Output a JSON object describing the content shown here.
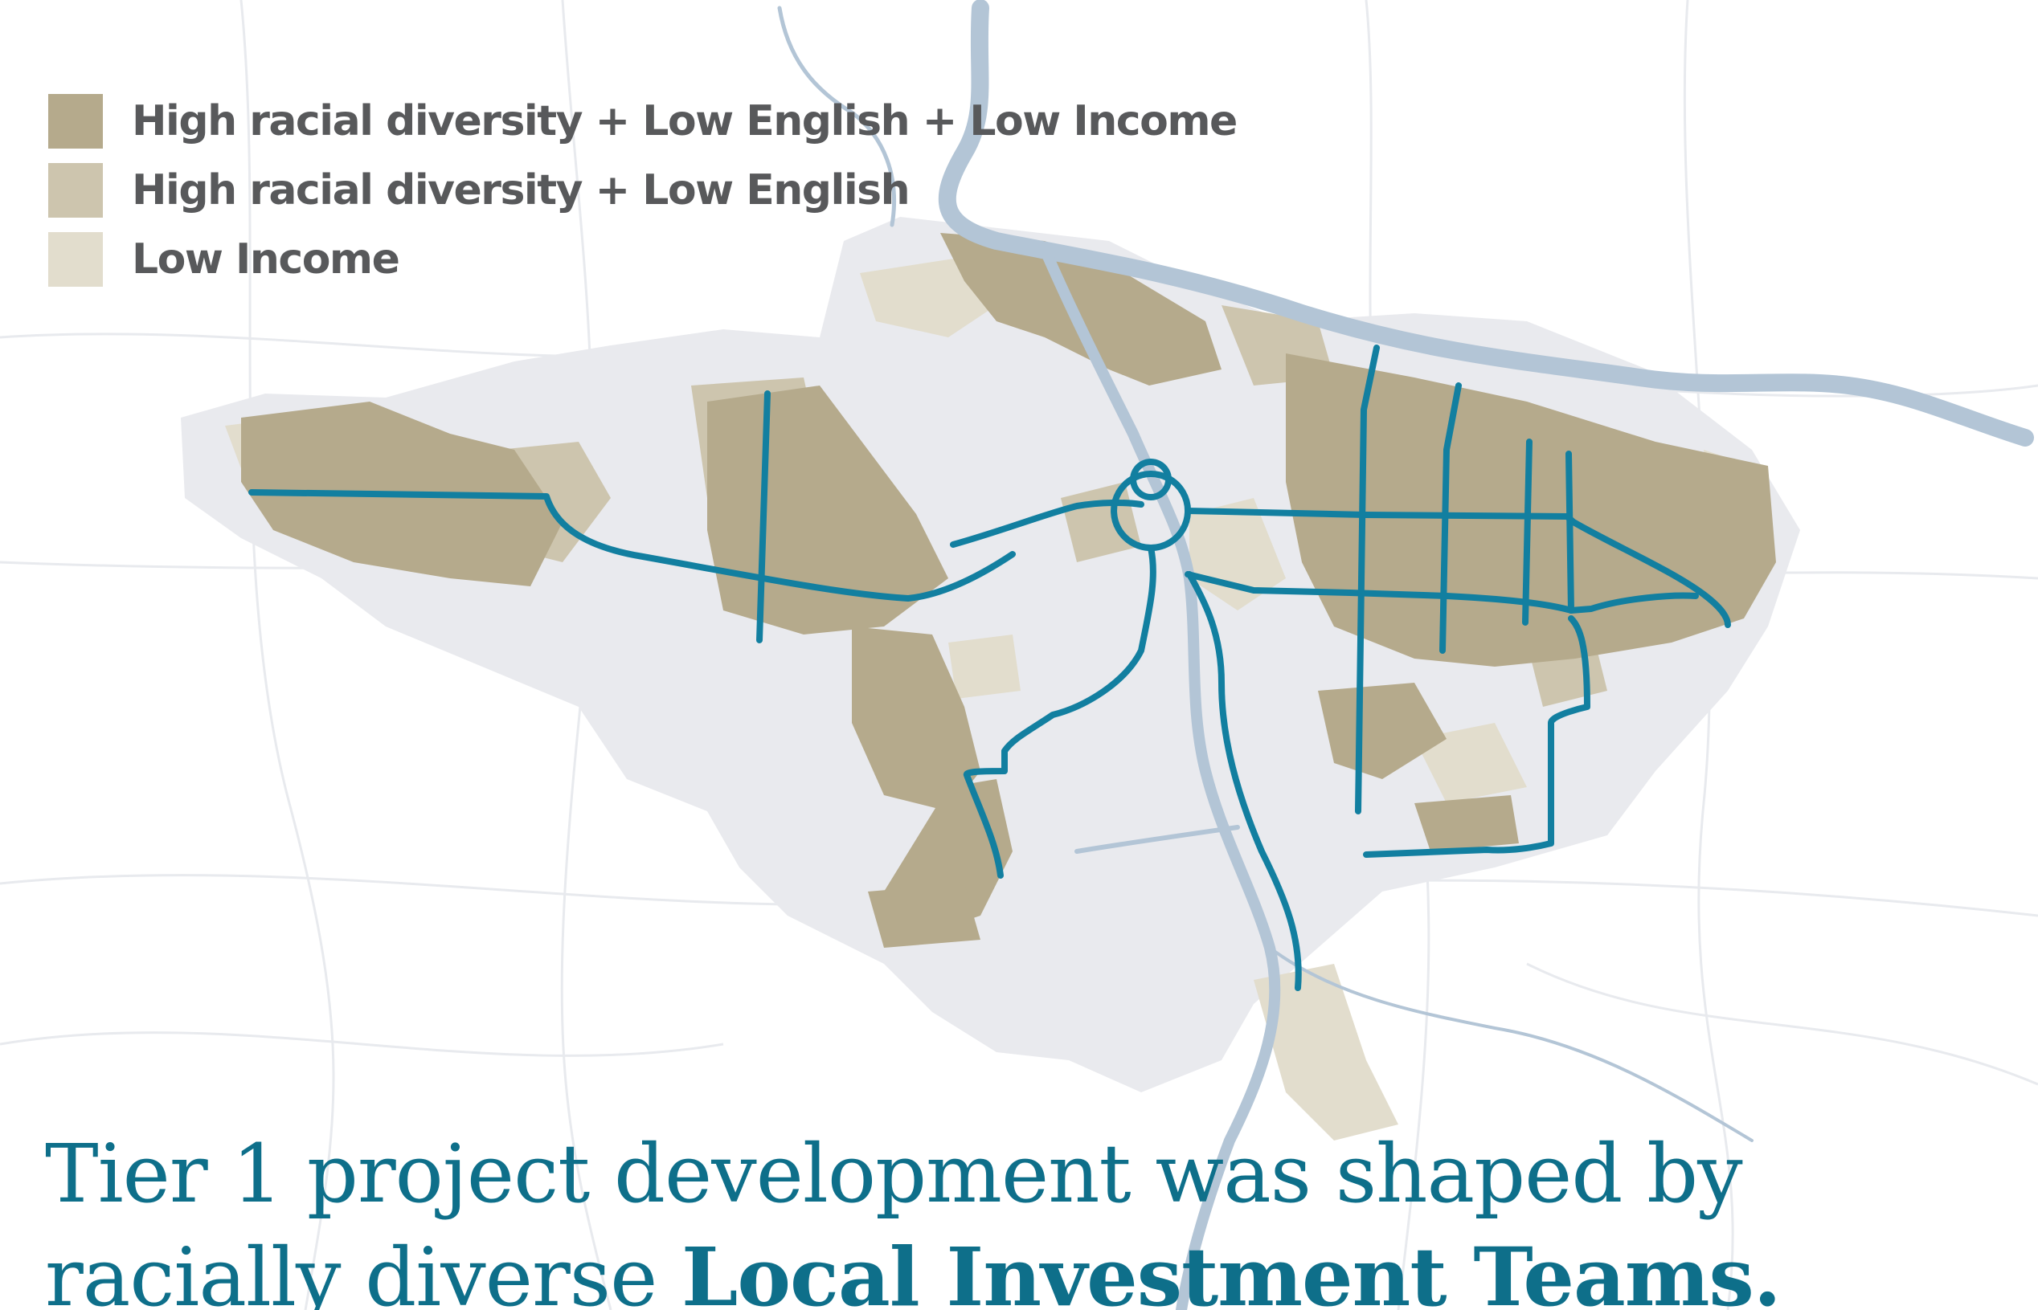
{
  "legend": {
    "items": [
      {
        "label": "High racial diversity + Low English + Low Income",
        "color": "#b5aa8c"
      },
      {
        "label": "High racial diversity + Low English",
        "color": "#cdc5ae"
      },
      {
        "label": "Low Income",
        "color": "#e2ddcd"
      }
    ]
  },
  "headline": {
    "line1": "Tier 1 project development was shaped by",
    "line2_plain": "racially diverse ",
    "line2_bold": "Local Investment Teams."
  },
  "colors": {
    "transit_line": "#127fa0",
    "river": "#b3c5d6",
    "service_area": "#e9eaee",
    "background": "#ffffff"
  }
}
